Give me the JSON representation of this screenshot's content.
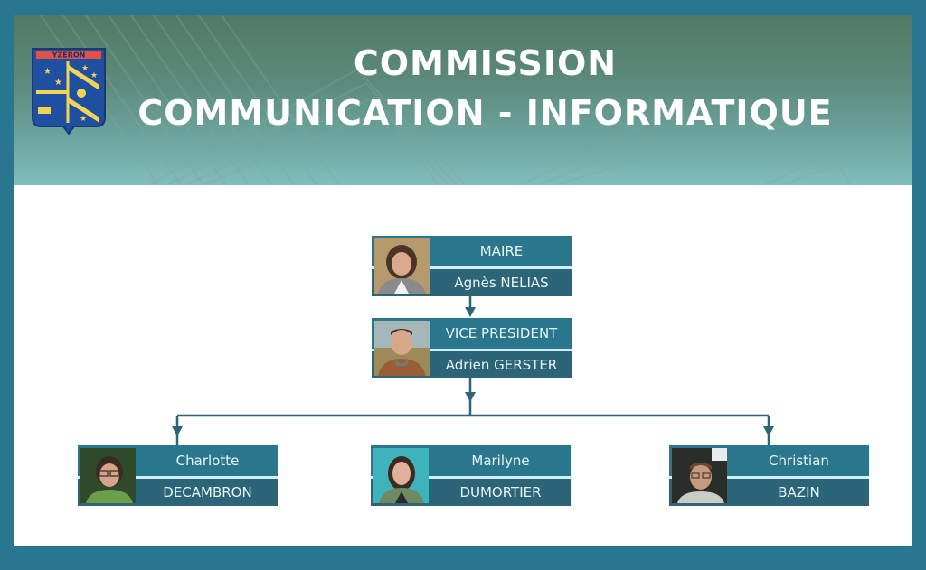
{
  "header": {
    "title_line1": "COMMISSION",
    "title_line2": "COMMUNICATION - INFORMATIQUE",
    "crest_label": "YZERON"
  },
  "colors": {
    "border": "#28768f",
    "node_top": "#2a768d",
    "node_bottom": "#2c6478",
    "connector": "#2c6478"
  },
  "org_chart": {
    "root": {
      "role": "MAIRE",
      "name": "Agnès NELIAS"
    },
    "vice": {
      "role": "VICE PRESIDENT",
      "name": "Adrien GERSTER"
    },
    "members": [
      {
        "first_name": "Charlotte",
        "last_name": "DECAMBRON"
      },
      {
        "first_name": "Marilyne",
        "last_name": "DUMORTIER"
      },
      {
        "first_name": "Christian",
        "last_name": "BAZIN"
      }
    ]
  }
}
